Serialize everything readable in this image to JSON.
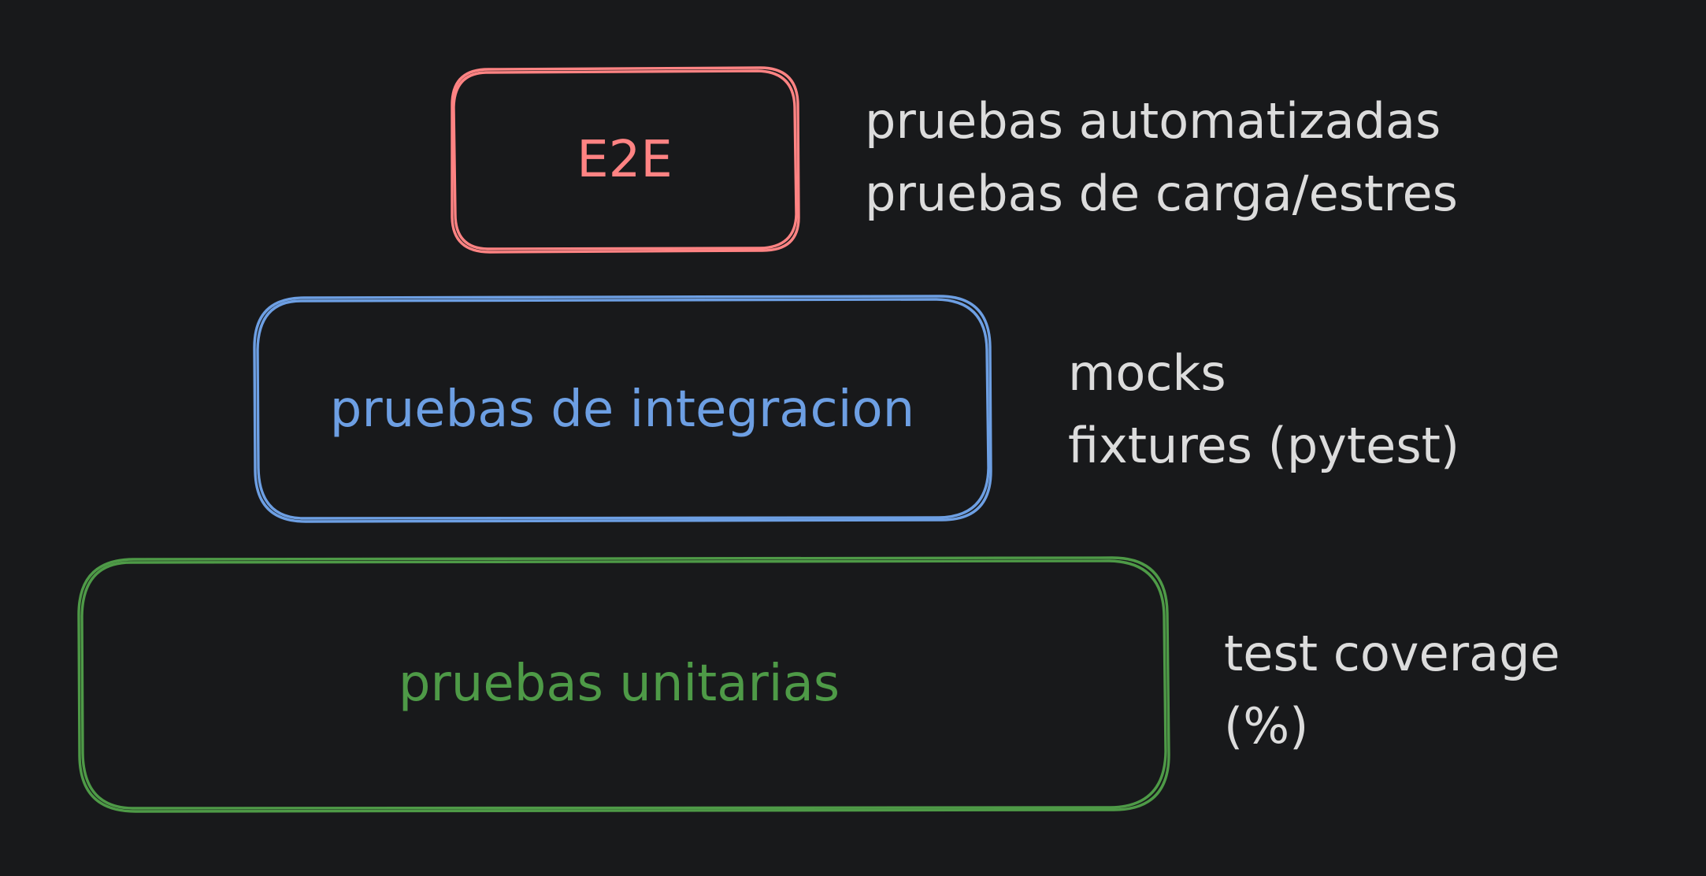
{
  "colors": {
    "background": "#18191b",
    "e2e": "#ff8383",
    "integration": "#6d9fe3",
    "unit": "#4e9a47",
    "note_text": "#dcdcdc"
  },
  "tiers": [
    {
      "id": "e2e",
      "label": "E2E"
    },
    {
      "id": "integration",
      "label": "pruebas de integracion"
    },
    {
      "id": "unit",
      "label": "pruebas unitarias"
    }
  ],
  "notes": {
    "e2e": [
      "pruebas automatizadas",
      "pruebas de carga/estres"
    ],
    "integration": [
      "mocks",
      "fixtures (pytest)"
    ],
    "unit": [
      "test coverage",
      "(%)"
    ]
  }
}
